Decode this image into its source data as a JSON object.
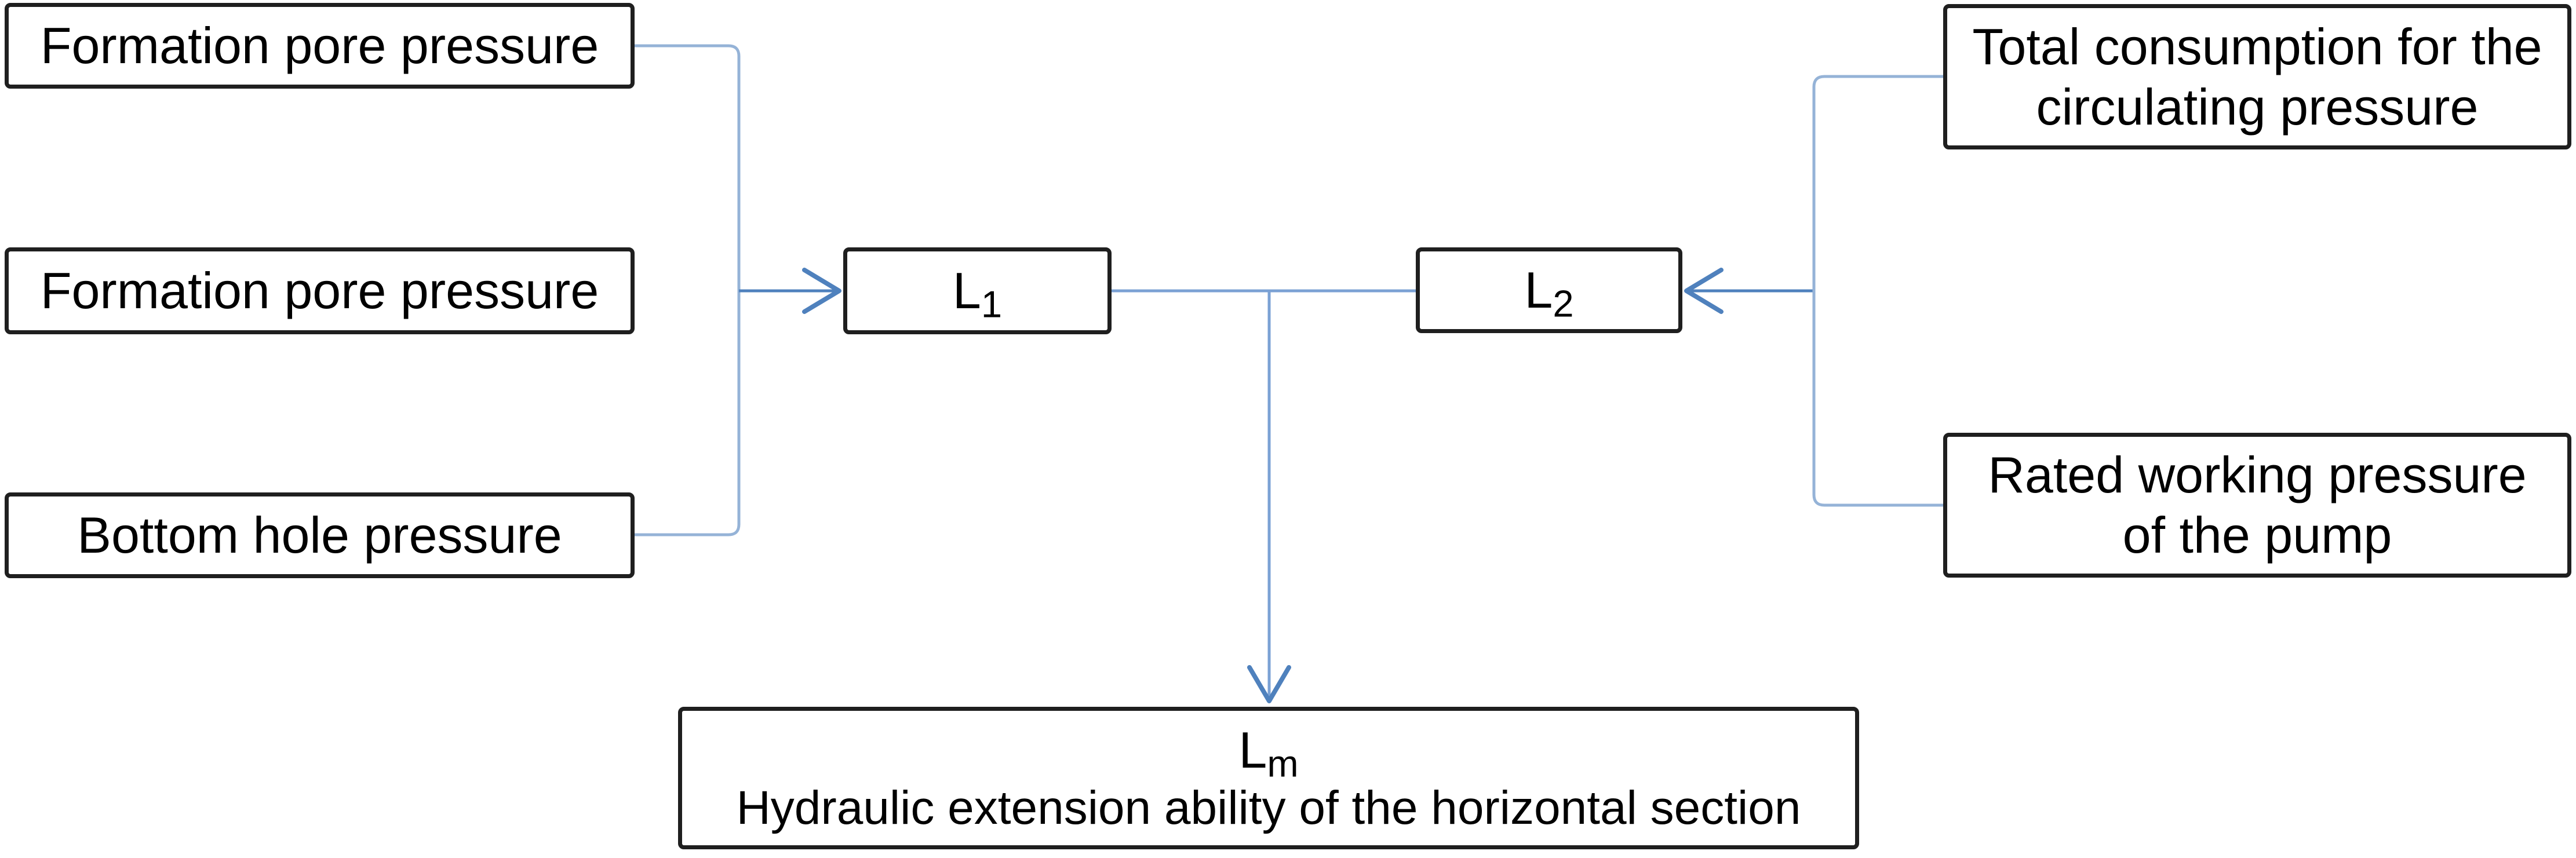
{
  "diagram": {
    "colors": {
      "box_border": "#1f1f1f",
      "text": "#000000",
      "line": "#95b3d7",
      "line_mid": "#7ba1d4",
      "arrow": "#4f81bd",
      "background": "#ffffff"
    },
    "nodes": {
      "fpp1": {
        "label": "Formation pore pressure"
      },
      "fpp2": {
        "label": "Formation pore pressure"
      },
      "bhp": {
        "label": "Bottom hole pressure"
      },
      "l1": {
        "base": "L",
        "sub": "1"
      },
      "l2": {
        "base": "L",
        "sub": "2"
      },
      "tc": {
        "line1": "Total consumption for the",
        "line2": "circulating pressure"
      },
      "rwp": {
        "line1": "Rated working pressure",
        "line2": "of the pump"
      },
      "lm": {
        "base": "L",
        "sub": "m",
        "line2": "Hydraulic extension ability of the horizontal section"
      }
    },
    "edges": [
      {
        "from": "Formation pore pressure (top)",
        "to": "L1"
      },
      {
        "from": "Formation pore pressure (middle)",
        "to": "L1"
      },
      {
        "from": "Bottom hole pressure",
        "to": "L1"
      },
      {
        "from": "Total consumption for the circulating pressure",
        "to": "L2"
      },
      {
        "from": "Rated working pressure of the pump",
        "to": "L2"
      },
      {
        "from": "L1 and L2",
        "to": "Lm: Hydraulic extension ability of the horizontal section"
      }
    ]
  }
}
